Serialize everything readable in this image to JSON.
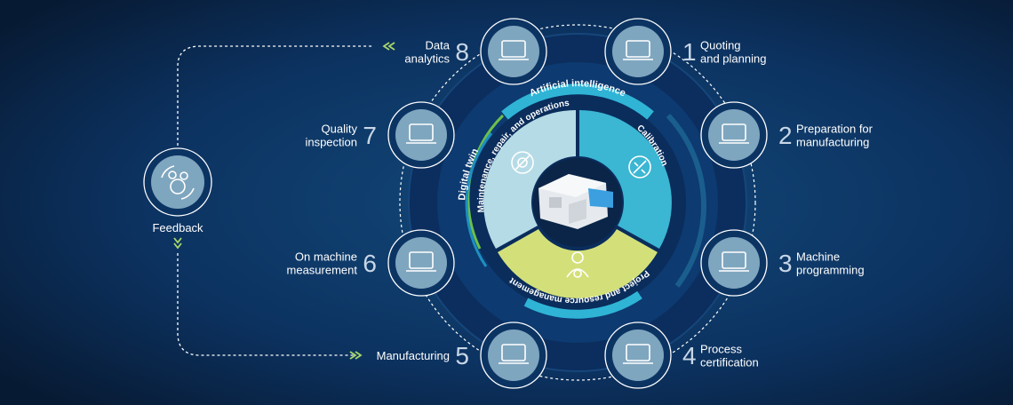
{
  "title": "Manufacturing process cycle",
  "feedback": {
    "label": "Feedback",
    "icon": "gears-cycle-icon"
  },
  "steps": [
    {
      "number": "1",
      "lines": [
        "Quoting",
        "and planning"
      ],
      "icon": "checklist-icon"
    },
    {
      "number": "2",
      "lines": [
        "Preparation for",
        "manufacturing"
      ],
      "icon": "laptop-drawing-icon"
    },
    {
      "number": "3",
      "lines": [
        "Machine",
        "programming"
      ],
      "icon": "laptop-flow-icon"
    },
    {
      "number": "4",
      "lines": [
        "Process",
        "certification"
      ],
      "icon": "certification-check-icon"
    },
    {
      "number": "5",
      "lines": [
        "Manufacturing"
      ],
      "icon": "spindle-icon"
    },
    {
      "number": "6",
      "lines": [
        "On machine",
        "measurement"
      ],
      "icon": "probe-gear-icon"
    },
    {
      "number": "7",
      "lines": [
        "Quality",
        "inspection"
      ],
      "icon": "laptop-triangle-icon"
    },
    {
      "number": "8",
      "lines": [
        "Data",
        "analytics"
      ],
      "icon": "analytics-icon"
    }
  ],
  "rings": {
    "outer_left": "Digital twin",
    "outer_top": "Artificial intelligence"
  },
  "segments": [
    {
      "label": "Maintenance, repair, and operations",
      "color": "#b5dbe6"
    },
    {
      "label": "Calibration",
      "color": "#3bb6d3"
    },
    {
      "label": "Project and resource management",
      "color": "#d3e07a"
    }
  ],
  "colors": {
    "background": "#0a2546",
    "accent_green": "#8fd16a",
    "accent_cyan": "#2fb4d6"
  }
}
